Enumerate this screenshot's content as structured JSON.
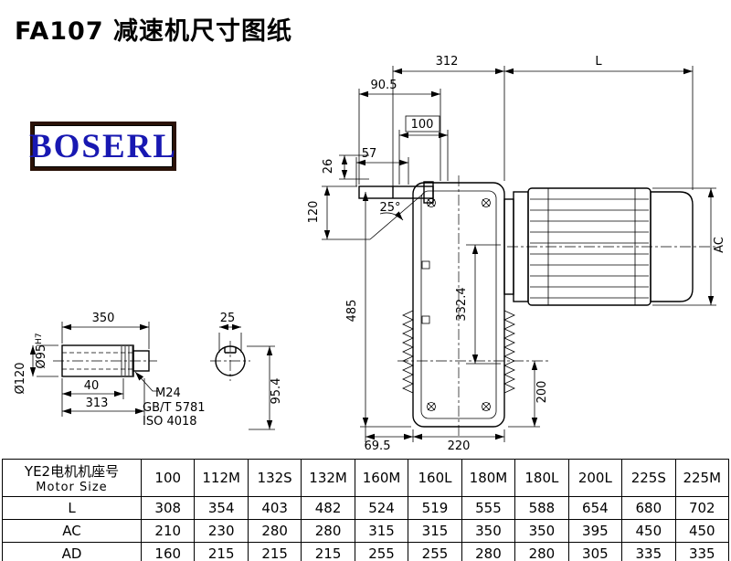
{
  "page": {
    "title": "FA107 减速机尺寸图纸"
  },
  "logo": {
    "text": "BOSERL"
  },
  "colors": {
    "background": "#ffffff",
    "line": "#000000",
    "logo_text": "#1818b2",
    "logo_border": "#2a1208"
  },
  "dwg": {
    "d312": "312",
    "dL": "L",
    "d90_5": "90.5",
    "d100": "100",
    "d57": "57",
    "d26": "26",
    "d120": "120",
    "a25": "25°",
    "d485": "485",
    "d332_4": "332.4",
    "dAC": "AC",
    "d200": "200",
    "d220": "220",
    "d69_5": "69.5",
    "d350": "350",
    "d40": "40",
    "d313": "313",
    "dia120": "Ø120",
    "dia95": "Ø95",
    "dia95_tol": "H7",
    "d25": "25",
    "d95_4": "95.4",
    "m24": "M24",
    "gbt": "GB/T 5781",
    "iso": "ISO 4018"
  },
  "table": {
    "header_cn": "YE2电机机座号",
    "header_en": "Motor Size",
    "sizes": [
      "100",
      "112M",
      "132S",
      "132M",
      "160M",
      "160L",
      "180M",
      "180L",
      "200L",
      "225S",
      "225M"
    ],
    "rows": [
      {
        "label": "L",
        "values": [
          "308",
          "354",
          "403",
          "482",
          "524",
          "519",
          "555",
          "588",
          "654",
          "680",
          "702"
        ]
      },
      {
        "label": "AC",
        "values": [
          "210",
          "230",
          "280",
          "280",
          "315",
          "315",
          "350",
          "350",
          "395",
          "450",
          "450"
        ]
      },
      {
        "label": "AD",
        "values": [
          "160",
          "215",
          "215",
          "215",
          "255",
          "255",
          "280",
          "280",
          "305",
          "335",
          "335"
        ]
      }
    ]
  }
}
